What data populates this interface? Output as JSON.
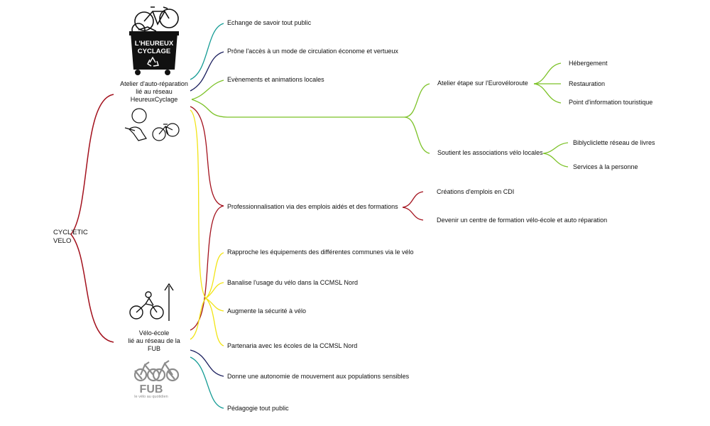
{
  "root": {
    "line1": "CYCL'ETIC",
    "line2": "VELO"
  },
  "colors": {
    "red": "#a3111d",
    "green": "#7cc227",
    "teal": "#139b94",
    "navy": "#1b1f5e",
    "yellow": "#f2e414",
    "fub_gray": "#8c8c8c"
  },
  "atelier": {
    "line1": "Atelier d'auto-réparation",
    "line2": "lié au réseau",
    "line3": "HeureuxCyclage",
    "logo": {
      "line1": "L'HEUREUX",
      "line2": "CYCLAGE",
      "icon": "recycle-icon"
    }
  },
  "velo_ecole": {
    "line1": "Vélo-école",
    "line2": "lié au réseau de la",
    "line3": "FUB",
    "logo": {
      "title": "FUB",
      "subtitle": "le vélo au quotidien"
    }
  },
  "branches": {
    "echange": "Echange de savoir tout public",
    "prone": "Prône l'accès à un mode de circulation économe et vertueux",
    "evenements": "Evènements et animations locales",
    "atelier_etape": "Atelier étape sur l'Eurovéloroute",
    "hebergement": "Hébergement",
    "restauration": "Restauration",
    "point_info": "Point d'information touristique",
    "soutient": "Soutient les associations vélo locales",
    "biblycliclette": "Biblycliclette réseau de livres",
    "services": "Services à la personne",
    "professionnalisation": "Professionnalisation via des emplois aidés et des formations",
    "creations": "Créations d'emplois en CDI",
    "devenir": "Devenir un centre de formation vélo-école et auto réparation",
    "rapproche": "Rapproche les équipements des différentes communes via le vélo",
    "banalise": "Banalise l'usage du vélo dans la CCMSL Nord",
    "augmente": "Augmente la sécurité à vélo",
    "partenaria": "Partenaria avec les écoles de la CCMSL Nord",
    "donne": "Donne une autonomie de mouvement aux populations sensibles",
    "pedagogie": "Pédagogie tout public"
  }
}
